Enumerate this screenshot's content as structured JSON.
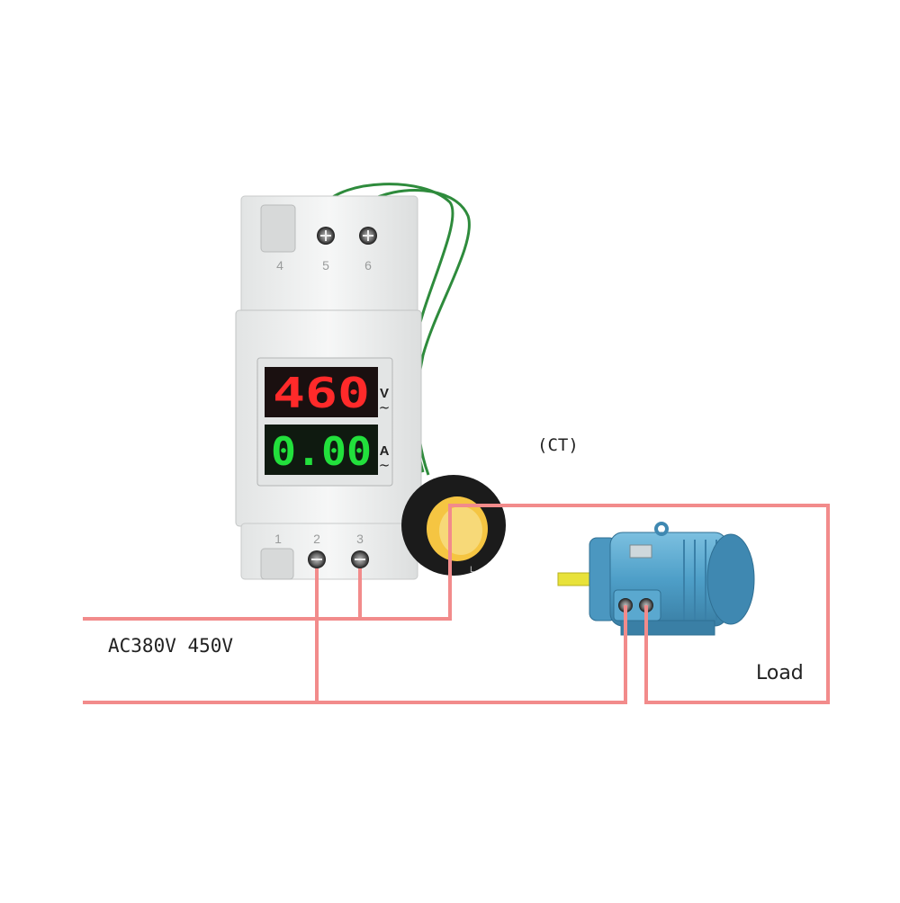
{
  "meter": {
    "terminals_top": [
      "4",
      "5",
      "6"
    ],
    "terminals_bottom": [
      "1",
      "2",
      "3"
    ],
    "voltage_reading": "460",
    "voltage_unit": "V",
    "voltage_ac": "~",
    "current_reading": "0.00",
    "current_unit": "A",
    "current_ac": "~"
  },
  "labels": {
    "ct": "(CT)",
    "supply": "AC380V 450V",
    "load": "Load"
  },
  "colors": {
    "wire": "#f28b8b",
    "sense_wire": "#2e8b3c",
    "meter_body": "#f1f2f2",
    "voltage_digits": "#ff2a2a",
    "current_digits": "#22e03c",
    "motor": "#5aa8cf",
    "ct_core": "#1b1b1b",
    "ct_inner": "#f5c542"
  }
}
